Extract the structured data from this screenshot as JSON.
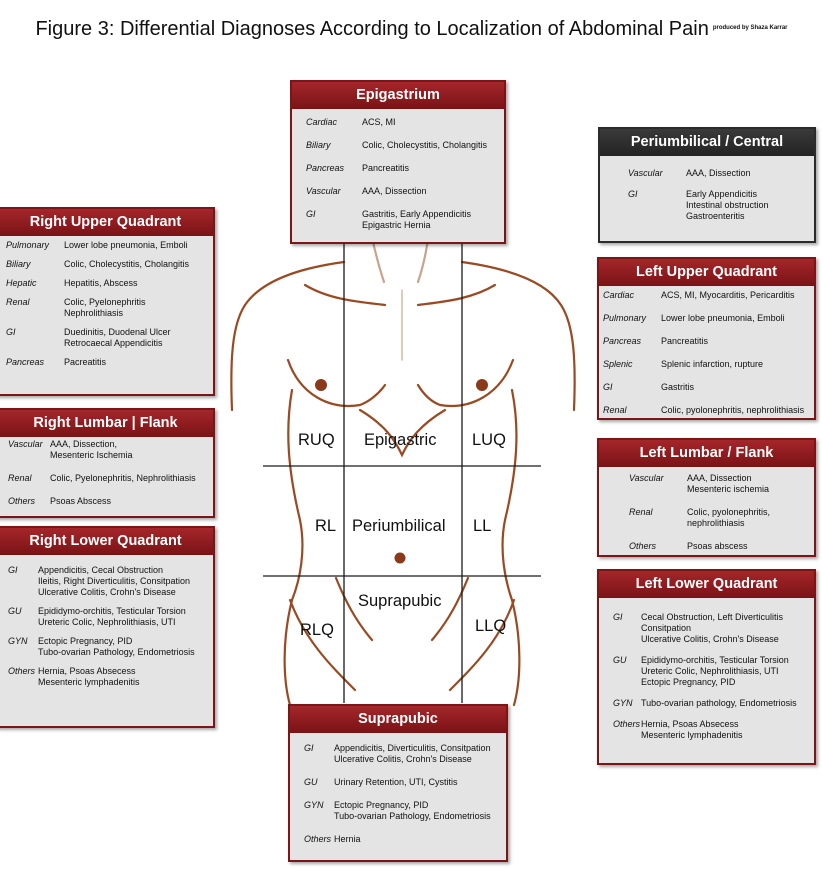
{
  "title": "Figure 3: Differential Diagnoses According to Localization of Abdominal Pain",
  "credit": "produced by Shaza Karrar",
  "colors": {
    "header": "#8d1b1e",
    "header_dark": "#2b2b2b",
    "box_bg": "#e4e4e4",
    "body_line": "#9a4a22"
  },
  "regions": {
    "ruq": "RUQ",
    "epigastric": "Epigastric",
    "luq": "LUQ",
    "rl": "RL",
    "periumbilical": "Periumbilical",
    "ll": "LL",
    "suprapubic": "Suprapubic",
    "rlq": "RLQ",
    "llq": "LLQ"
  },
  "boxes": {
    "epigastrium": {
      "title": "Epigastrium",
      "rows": [
        {
          "k": "Cardiac",
          "v": "ACS, MI"
        },
        {
          "k": "Biliary",
          "v": "Colic, Cholecystitis, Cholangitis"
        },
        {
          "k": "Pancreas",
          "v": "Pancreatitis"
        },
        {
          "k": "Vascular",
          "v": "AAA, Dissection"
        },
        {
          "k": "GI",
          "v": "Gastritis, Early Appendicitis\nEpigastric Hernia"
        }
      ]
    },
    "periumbilical": {
      "title": "Periumbilical / Central",
      "rows": [
        {
          "k": "Vascular",
          "v": "AAA, Dissection"
        },
        {
          "k": "GI",
          "v": "Early Appendicitis\nIntestinal obstruction\nGastroenteritis"
        }
      ]
    },
    "ruq": {
      "title": "Right Upper Quadrant",
      "rows": [
        {
          "k": "Pulmonary",
          "v": "Lower lobe pneumonia, Emboli"
        },
        {
          "k": "Biliary",
          "v": "Colic, Cholecystitis, Cholangitis"
        },
        {
          "k": "Hepatic",
          "v": "Hepatitis, Abscess"
        },
        {
          "k": "Renal",
          "v": "Colic, Pyelonephritis\nNephrolithiasis"
        },
        {
          "k": "GI",
          "v": "Duedinitis, Duodenal Ulcer\nRetrocaecal Appendicitis"
        },
        {
          "k": "Pancreas",
          "v": "Pacreatitis"
        }
      ]
    },
    "luq": {
      "title": "Left Upper Quadrant",
      "rows": [
        {
          "k": "Cardiac",
          "v": "ACS, MI, Myocarditis, Pericarditis"
        },
        {
          "k": "Pulmonary",
          "v": "Lower lobe pneumonia, Emboli"
        },
        {
          "k": "Pancreas",
          "v": "Pancreatitis"
        },
        {
          "k": "Splenic",
          "v": "Splenic infarction, rupture"
        },
        {
          "k": "GI",
          "v": "Gastritis"
        },
        {
          "k": "Renal",
          "v": "Colic, pyolonephritis, nephrolithiasis"
        }
      ]
    },
    "rlumbar": {
      "title": "Right Lumbar | Flank",
      "rows": [
        {
          "k": "Vascular",
          "v": "AAA, Dissection,\nMesenteric Ischemia"
        },
        {
          "k": "Renal",
          "v": "Colic, Pyelonephritis, Nephrolithiasis"
        },
        {
          "k": "Others",
          "v": "Psoas Abscess"
        }
      ]
    },
    "llumbar": {
      "title": "Left Lumbar / Flank",
      "rows": [
        {
          "k": "Vascular",
          "v": "AAA, Dissection\nMesenteric ischemia"
        },
        {
          "k": "Renal",
          "v": "Colic, pyolonephritis,\nnephrolithiasis"
        },
        {
          "k": "Others",
          "v": "Psoas abscess"
        }
      ]
    },
    "rlq": {
      "title": "Right Lower Quadrant",
      "rows": [
        {
          "k": "GI",
          "v": "Appendicitis, Cecal Obstruction\nIleitis, Right Diverticulitis, Consitpation\nUlcerative Colitis, Crohn's Disease"
        },
        {
          "k": "GU",
          "v": "Epididymo-orchitis, Testicular Torsion\nUreteric Colic, Nephrolithiasis, UTI"
        },
        {
          "k": "GYN",
          "v": "Ectopic Pregnancy, PID\nTubo-ovarian Pathology, Endometriosis"
        },
        {
          "k": "Others",
          "v": "Hernia, Psoas Absecess\nMesenteric lymphadenitis"
        }
      ]
    },
    "llq": {
      "title": "Left Lower Quadrant",
      "rows": [
        {
          "k": "GI",
          "v": "Cecal Obstruction, Left Diverticulitis\nConsitpation\nUlcerative Colitis, Crohn's Disease"
        },
        {
          "k": "GU",
          "v": "Epididymo-orchitis, Testicular Torsion\nUreteric Colic, Nephrolithiasis, UTI\nEctopic Pregnancy, PID"
        },
        {
          "k": "GYN",
          "v": "Tubo-ovarian pathology, Endometriosis"
        },
        {
          "k": "Others",
          "v": "Hernia, Psoas Absecess\nMesenteric lymphadenitis"
        }
      ]
    },
    "suprapubic": {
      "title": "Suprapubic",
      "rows": [
        {
          "k": "GI",
          "v": "Appendicitis, Diverticulitis, Consitpation\nUlcerative Colitis, Crohn's Disease"
        },
        {
          "k": "GU",
          "v": "Urinary Retention, UTI, Cystitis"
        },
        {
          "k": "GYN",
          "v": "Ectopic Pregnancy, PID\nTubo-ovarian Pathology, Endometriosis"
        },
        {
          "k": "Others",
          "v": "Hernia"
        }
      ]
    }
  }
}
